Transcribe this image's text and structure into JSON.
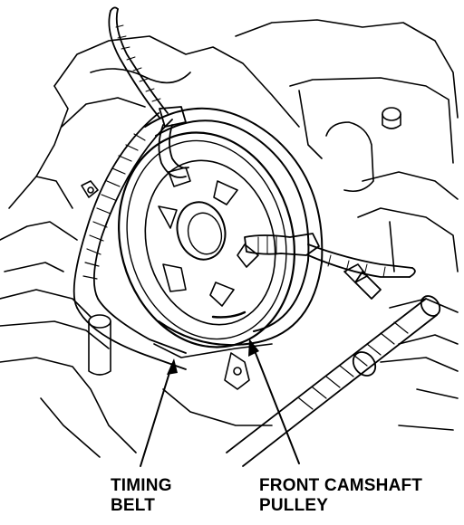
{
  "labels": {
    "timing_belt": [
      "TIMING",
      "BELT"
    ],
    "front_camshaft_pulley": [
      "FRONT CAMSHAFT",
      "PULLEY"
    ]
  },
  "colors": {
    "ink": "#000000",
    "paper": "#ffffff"
  }
}
